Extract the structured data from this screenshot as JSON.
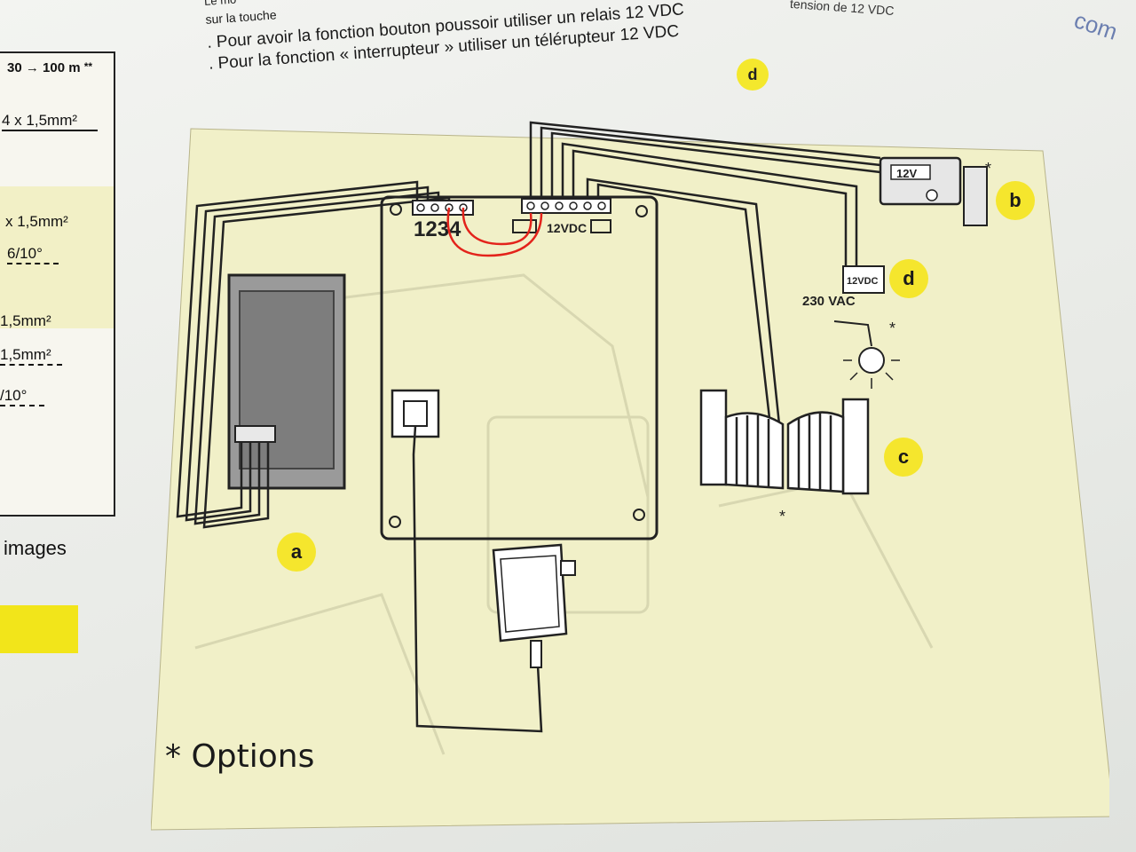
{
  "header": {
    "line1": "Le mo",
    "line2": "sur la touche",
    "line3": ". Pour avoir la fonction bouton poussoir utiliser un relais 12 VDC",
    "line4": ". Pour la fonction « interrupteur » utiliser un télérupteur 12 VDC",
    "badge": "d",
    "right_note": "tension de 12 VDC",
    "handwriting": "com"
  },
  "left_table": {
    "header": "30 → 100 m",
    "header_mark": "**",
    "rows": [
      "4 x 1,5mm²",
      "x 1,5mm²",
      "6/10°",
      "1,5mm²",
      "1,5mm²",
      "/10°"
    ],
    "images_label": "images"
  },
  "diagram": {
    "terminal_left_label": "1234",
    "terminal_right_label": "12VDC",
    "monitor_label": "1234",
    "lock_label": "12V",
    "relay_label": "12VDC",
    "mains_label": "230 VAC",
    "asterisk": "*",
    "options_label": "* Options",
    "badges": {
      "a": "a",
      "b": "b",
      "c": "c",
      "d": "d"
    }
  },
  "colors": {
    "panel_fill": "#f1f0c8",
    "line": "#222222",
    "red_wire": "#e3231b",
    "badge": "#f5e62d"
  }
}
